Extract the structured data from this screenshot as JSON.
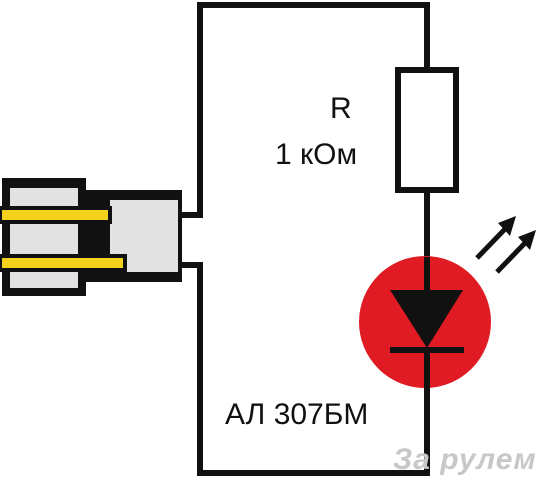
{
  "components": {
    "resistor": {
      "name": "R",
      "value": "1 кОм"
    },
    "led": {
      "part_number": "АЛ 307БМ"
    }
  },
  "colors": {
    "wire": "#111111",
    "led_body": "#e01b24",
    "plug_contact": "#f2d21a",
    "plug_body": "#e2e2e2"
  },
  "watermark": {
    "text": "За рулем"
  }
}
